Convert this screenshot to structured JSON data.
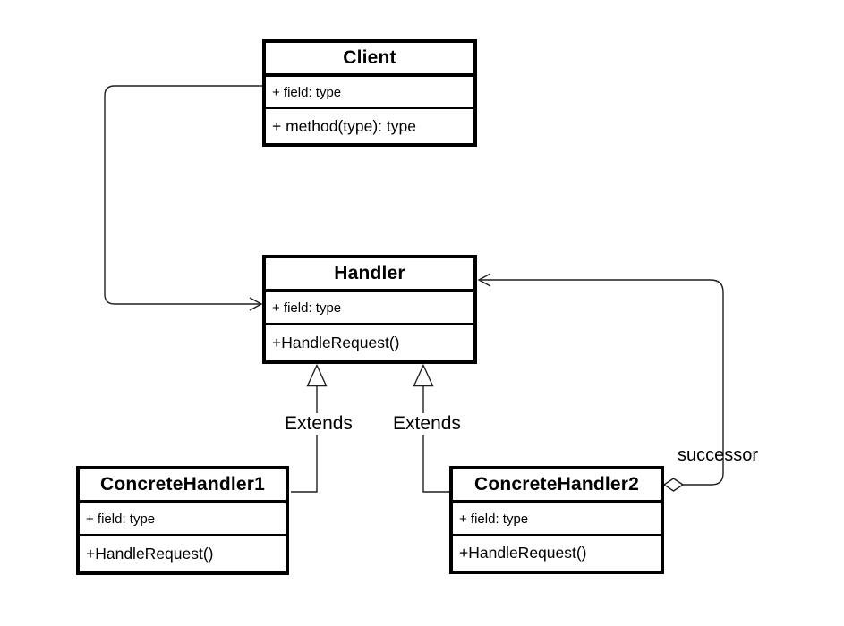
{
  "diagram": {
    "kind": "uml-class-diagram",
    "classes": [
      {
        "name": "Client",
        "attribute": "+ field: type",
        "method": "+ method(type): type"
      },
      {
        "name": "Handler",
        "attribute": "+ field: type",
        "method": "+HandleRequest()"
      },
      {
        "name": "ConcreteHandler1",
        "attribute": "+ field: type",
        "method": "+HandleRequest()"
      },
      {
        "name": "ConcreteHandler2",
        "attribute": "+ field: type",
        "method": "+HandleRequest()"
      }
    ],
    "edge_labels": {
      "extends_left": "Extends",
      "extends_right": "Extends",
      "successor": "successor"
    },
    "colors": {
      "background": "#ffffff",
      "box_border": "#000000",
      "box_fill": "#ffffff",
      "connector_line": "#1f1f1f",
      "text": "#000000"
    }
  }
}
